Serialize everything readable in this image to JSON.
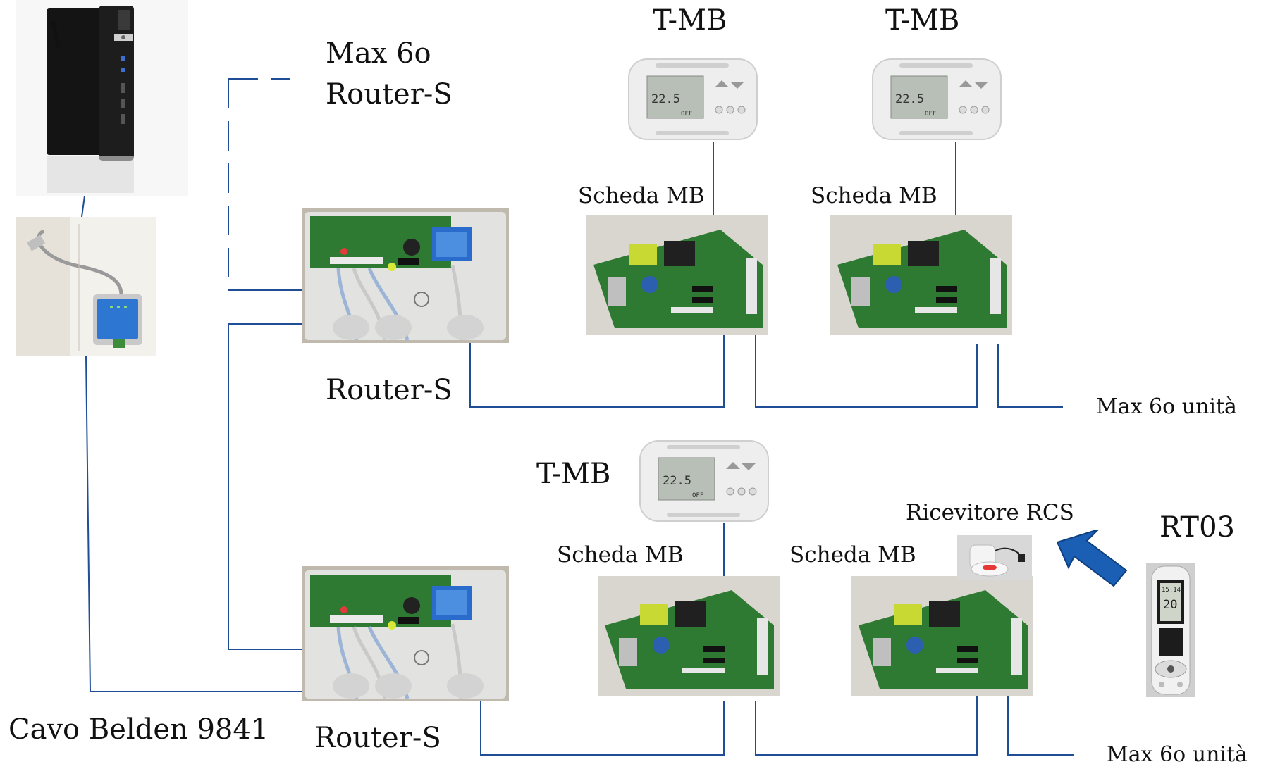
{
  "labels": {
    "max60_router": "Max 6o",
    "router_s_top_label": "Router-S",
    "router_s_1": "Router-S",
    "router_s_2": "Router-S",
    "cavo": "Cavo Belden 9841",
    "tmb_1": "T-MB",
    "tmb_2": "T-MB",
    "tmb_3": "T-MB",
    "scheda_1": "Scheda MB",
    "scheda_2": "Scheda MB",
    "scheda_3": "Scheda MB",
    "scheda_4": "Scheda MB",
    "max60_unita_1": "Max 6o unità",
    "max60_unita_2": "Max 6o unità",
    "ricevitore": "Ricevitore RCS",
    "rt03": "RT03"
  },
  "thermostat_display": {
    "temp": "22.5",
    "status": "OFF"
  },
  "remote_display": {
    "time": "15:14",
    "temp": "20"
  },
  "colors": {
    "wire": "#1f4e96",
    "arrow": "#1a5fb4",
    "pcb_green": "#2f7a32",
    "enclosure": "#e4e4e4"
  },
  "icons": [
    "mini-pc-icon",
    "usb-converter-icon",
    "router-board-icon",
    "thermostat-icon",
    "pcb-board-icon",
    "receiver-icon",
    "remote-control-icon",
    "arrow-icon"
  ]
}
